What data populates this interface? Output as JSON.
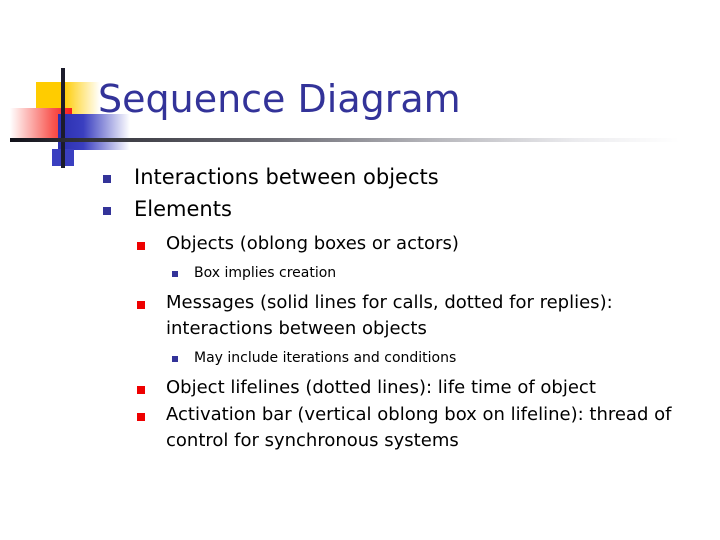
{
  "slide": {
    "title": "Sequence Diagram",
    "title_color": "#333399",
    "background_color": "#ffffff",
    "text_color": "#000000",
    "decoration": {
      "name": "powerpoint-design-logo-mark",
      "yellow": "#FFCC00",
      "red": "#F81A1A",
      "blue": "#3A3FC0",
      "rule": "#111119"
    },
    "bullet_colors": {
      "level1": "#333399",
      "level2": "#EE0000",
      "level3": "#333399"
    },
    "content": [
      {
        "level": 1,
        "text": "Interactions between objects"
      },
      {
        "level": 1,
        "text": "Elements"
      },
      {
        "level": 2,
        "text": "Objects (oblong boxes or actors)"
      },
      {
        "level": 3,
        "text": "Box implies creation"
      },
      {
        "level": 2,
        "text": "Messages (solid lines for calls, dotted for replies): interactions between objects"
      },
      {
        "level": 3,
        "text": "May include iterations and conditions"
      },
      {
        "level": 2,
        "text": "Object lifelines (dotted lines): life time of object"
      },
      {
        "level": 2,
        "text": "Activation bar (vertical oblong box on lifeline): thread of control for synchronous systems"
      }
    ]
  }
}
